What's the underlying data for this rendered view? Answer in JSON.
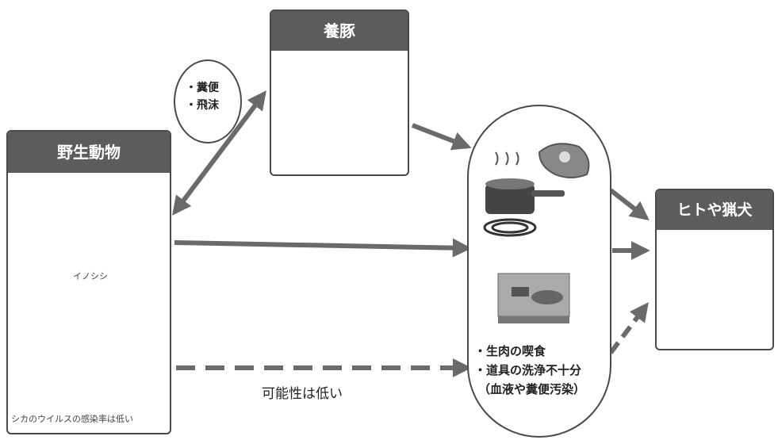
{
  "nodes": {
    "wild_animals": {
      "title": "野生動物",
      "boar_caption": "イノシシ",
      "deer_caption": "シカのウイルスの感染率は低い"
    },
    "domestic_pigs": {
      "title": "養豚"
    },
    "humans_hunting_dogs": {
      "title": "ヒトや猟犬"
    },
    "transmission_routes": {
      "line1": "・糞便",
      "line2": "・飛沫"
    },
    "infection_causes": {
      "line1": "・生肉の喫食",
      "line2": "・道具の洗浄不十分",
      "line3": "（血液や糞便汚染）"
    }
  },
  "edges": {
    "dashed_label": "可能性は低い"
  },
  "colors": {
    "header": "#5c5c5c",
    "arrow": "#6a6a6a",
    "border": "#4a4a4a"
  }
}
